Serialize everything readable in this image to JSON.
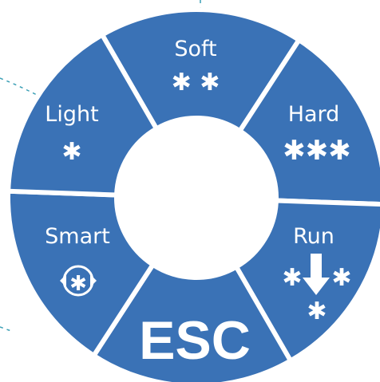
{
  "colors": {
    "segment_fill": "#3a72b6",
    "separator": "#ffffff",
    "center": "#ffffff",
    "text": "#ffffff",
    "decoration": "#3a9fb5"
  },
  "dial": {
    "segments": [
      {
        "id": "soft",
        "label": "Soft",
        "symbol": "✱ ✱",
        "icon": "two-asterisks-icon"
      },
      {
        "id": "hard",
        "label": "Hard",
        "symbol": "✱✱✱",
        "icon": "three-asterisks-icon"
      },
      {
        "id": "run",
        "label": "Run",
        "symbol_left": "✱",
        "symbol_right": "✱",
        "symbol_bottom": "✱",
        "icon": "run-arrow-icon"
      },
      {
        "id": "esc",
        "label": "ESC",
        "icon": ""
      },
      {
        "id": "smart",
        "label": "Smart",
        "symbol": "✱",
        "icon": "rotate-cycle-icon"
      },
      {
        "id": "light",
        "label": "Light",
        "symbol": "✱",
        "icon": "single-asterisk-icon"
      }
    ]
  }
}
